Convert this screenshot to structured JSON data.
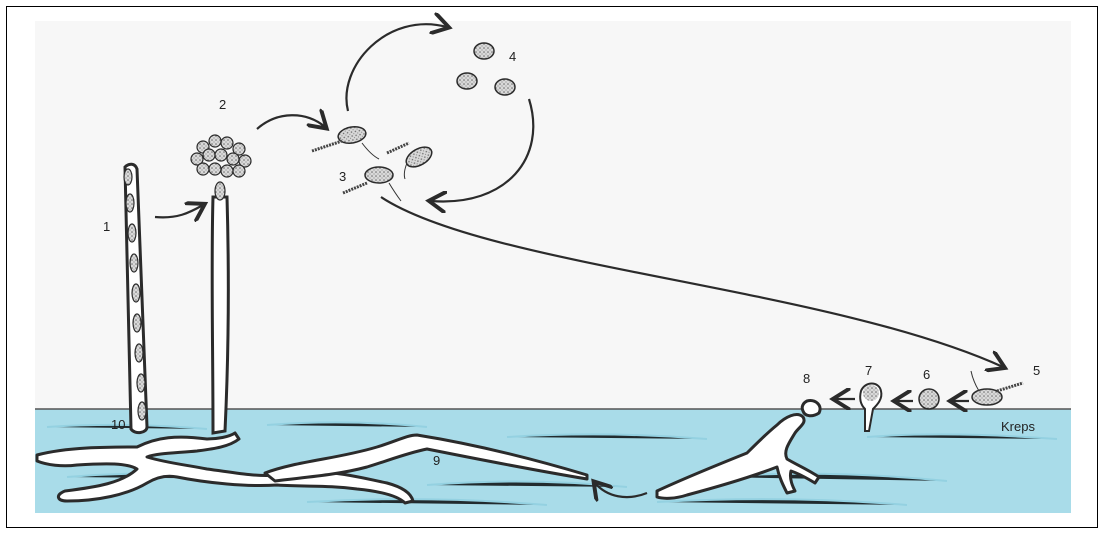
{
  "labels": {
    "l1": "1",
    "l2": "2",
    "l3": "3",
    "l4": "4",
    "l5": "5",
    "l6": "6",
    "l7": "7",
    "l8": "8",
    "l9": "9",
    "l10": "10"
  },
  "host_label": "Kreps",
  "colors": {
    "sky": "#f6f6f6",
    "water": "#a9dce9",
    "water_streak": "#8fcfe0",
    "hypha_fill": "#ffffff",
    "outline": "#2b2b2b",
    "spore_fill": "#bdbdbd"
  }
}
